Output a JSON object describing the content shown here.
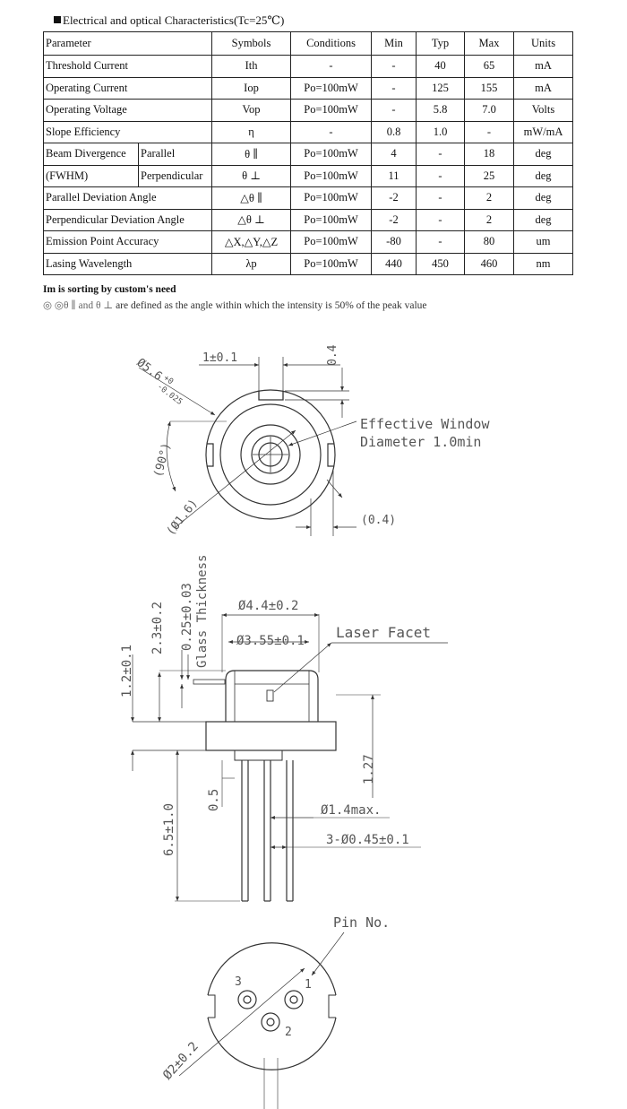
{
  "heading": "Electrical and optical Characteristics(Tc=25℃)",
  "table": {
    "headers": [
      "Parameter",
      "Symbols",
      "Conditions",
      "Min",
      "Typ",
      "Max",
      "Units"
    ],
    "rows": [
      {
        "param": "Threshold Current",
        "symbol": "Ith",
        "cond": "-",
        "min": "-",
        "typ": "40",
        "max": "65",
        "unit": "mA"
      },
      {
        "param": "Operating Current",
        "symbol": "Iop",
        "cond": "Po=100mW",
        "min": "-",
        "typ": "125",
        "max": "155",
        "unit": "mA"
      },
      {
        "param": "Operating Voltage",
        "symbol": "Vop",
        "cond": "Po=100mW",
        "min": "-",
        "typ": "5.8",
        "max": "7.0",
        "unit": "Volts"
      },
      {
        "param": "Slope Efficiency",
        "symbol": "η",
        "cond": "-",
        "min": "0.8",
        "typ": "1.0",
        "max": "-",
        "unit": "mW/mA"
      },
      {
        "param_a": "Beam Divergence",
        "param_b": "Parallel",
        "symbol": "θ ∥",
        "cond": "Po=100mW",
        "min": "4",
        "typ": "-",
        "max": "18",
        "unit": "deg"
      },
      {
        "param_a": "(FWHM)",
        "param_b": "Perpendicular",
        "symbol": "θ ⊥",
        "cond": "Po=100mW",
        "min": "11",
        "typ": "-",
        "max": "25",
        "unit": "deg"
      },
      {
        "param": "Parallel Deviation Angle",
        "symbol": "△θ ∥",
        "cond": "Po=100mW",
        "min": "-2",
        "typ": "-",
        "max": "2",
        "unit": "deg"
      },
      {
        "param": "Perpendicular Deviation Angle",
        "symbol": "△θ ⊥",
        "cond": "Po=100mW",
        "min": "-2",
        "typ": "-",
        "max": "2",
        "unit": "deg"
      },
      {
        "param": "Emission Point Accuracy",
        "symbol": "△X,△Y,△Z",
        "cond": "Po=100mW",
        "min": "-80",
        "typ": "-",
        "max": "80",
        "unit": "um"
      },
      {
        "param": "Lasing Wavelength",
        "symbol": "λp",
        "cond": "Po=100mW",
        "min": "440",
        "typ": "450",
        "max": "460",
        "unit": "nm"
      }
    ]
  },
  "notes": {
    "sorting": "Im is sorting by custom's need",
    "definition_prefix": "◎ ◎θ ∥ and θ ⊥",
    "definition_text": " are defined as the angle within which the intensity is 50% of the peak value"
  },
  "drawing": {
    "top_view": {
      "dim_slot_width": "1±0.1",
      "dim_slot_depth": "0.4",
      "dim_outer_diameter": "Ø5.6",
      "dim_outer_tol_upper": "+0",
      "dim_outer_tol_lower": "-0.025",
      "dim_angle": "(90°)",
      "dim_inner": "(Ø1.6)",
      "dim_right": "(0.4)",
      "window_label_1": "Effective Window",
      "window_label_2": "Diameter 1.0min"
    },
    "side_view": {
      "dim_cap_diameter": "Ø4.4±0.2",
      "dim_window_diameter": "Ø3.55±0.1",
      "dim_glass_thickness": "0.25±0.03",
      "glass_thickness_label": "Glass Thickness",
      "dim_height": "2.3±0.2",
      "dim_flange": "1.2±0.1",
      "laser_facet_label": "Laser Facet",
      "dim_1_27": "1.27",
      "dim_pin_offset": "0.5",
      "dim_lead_length": "6.5±1.0",
      "dim_lead_max": "Ø1.4max.",
      "dim_pins": "3-Ø0.45±0.1"
    },
    "bottom_view": {
      "pin_no_label": "Pin No.",
      "pin_1": "1",
      "pin_2": "2",
      "pin_3": "3",
      "dim_pcd": "Ø2±0.2"
    }
  }
}
